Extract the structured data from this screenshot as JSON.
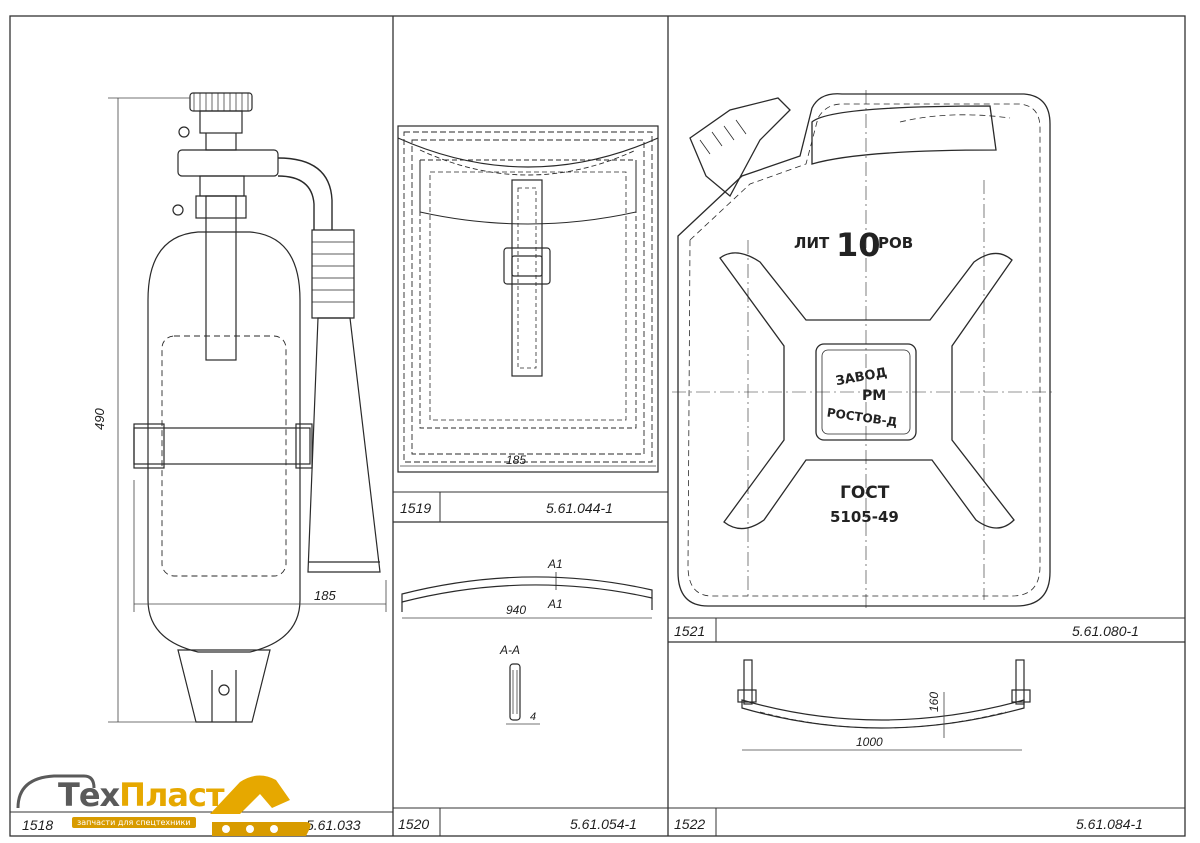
{
  "panels": {
    "p1518": {
      "number": "1518",
      "code": "5.61.033",
      "dims": {
        "height": "490",
        "width": "185"
      }
    },
    "p1519": {
      "number": "1519",
      "code": "5.61.044-1",
      "dims": {
        "width": "185"
      }
    },
    "p1520": {
      "number": "1520",
      "code": "5.61.054-1",
      "dims": {
        "length": "940",
        "section_top": "A1",
        "section_bottom": "A1",
        "section": "А-А",
        "thickness": "4"
      }
    },
    "p1521": {
      "number": "1521",
      "code": "5.61.080-1",
      "label_top_left": "ЛИТ",
      "label_top_num": "10",
      "label_top_right": "РОВ",
      "seal_line1": "ЗАВОД",
      "seal_line2": "РОСТОВ-Д",
      "seal_mark": "РМ",
      "standard_line1": "ГОСТ",
      "standard_line2": "5105-49"
    },
    "p1522": {
      "number": "1522",
      "code": "5.61.084-1",
      "dims": {
        "length": "1000",
        "height": "160"
      }
    }
  },
  "logo": {
    "name_part1": "Тех",
    "name_part2": "Пласт",
    "tagline": "запчасти для спецтехники",
    "colors": {
      "primary": "#5a5a5a",
      "accent": "#e6a800"
    }
  }
}
